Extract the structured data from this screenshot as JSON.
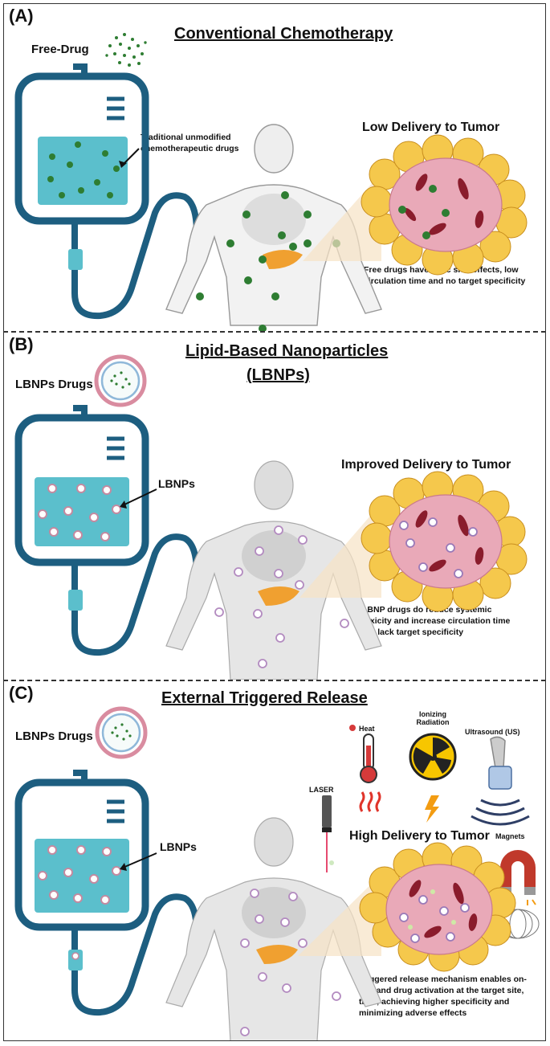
{
  "panel_a": {
    "label": "(A)",
    "title": "Conventional Chemotherapy",
    "free_drug_label": "Free-Drug",
    "bag_annotation": "Traditional unmodified chemotherapeutic drugs",
    "tumor_header": "Low Delivery to Tumor",
    "caption": "Free drugs have toxic side effects, low circulation time and no target specificity"
  },
  "panel_b": {
    "label": "(B)",
    "title_line1": "Lipid-Based Nanoparticles",
    "title_line2": "(LBNPs)",
    "drug_label": "LBNPs Drugs",
    "bag_annotation": "LBNPs",
    "tumor_header": "Improved Delivery to Tumor",
    "caption": "LBNP drugs do reduce systemic toxicity and increase circulation time but lack target specificity"
  },
  "panel_c": {
    "label": "(C)",
    "title": "External Triggered Release",
    "drug_label": "LBNPs Drugs",
    "bag_annotation": "LBNPs",
    "tumor_header": "High Delivery to Tumor",
    "caption": "Triggered release mechanism enables on-demand drug activation at the target site, thus, achieving higher specificity and minimizing adverse effects",
    "triggers": {
      "heat": "Heat",
      "radiation": "Ionizing Radiation",
      "ultrasound": "Ultrasound (US)",
      "laser": "LASER",
      "magnets": "Magnets"
    }
  },
  "colors": {
    "bag_outline": "#1d5e80",
    "fluid": "#5bbfcc",
    "drug": "#2e7d32",
    "liposome": "#d98ca0",
    "tumor_pink": "#e9a9b8",
    "cell_yellow": "#f5c84c",
    "pancreas": "#f0a030"
  }
}
